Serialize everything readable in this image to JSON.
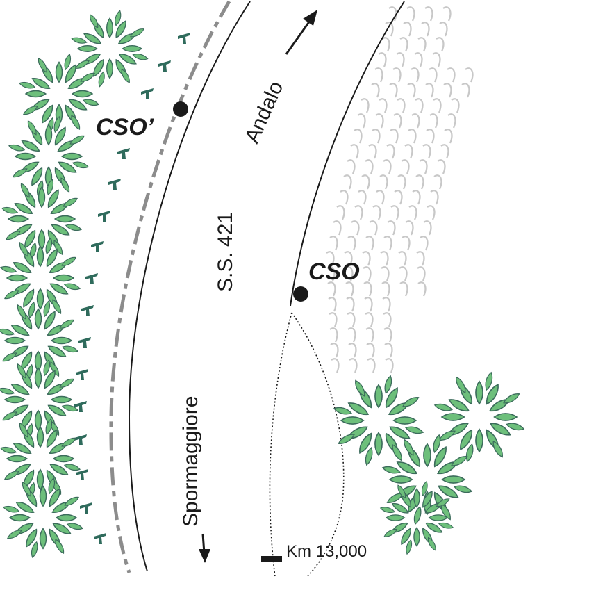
{
  "map": {
    "road_name": "S.S. 421",
    "direction_north": "Andalo",
    "direction_south": "Spormaggiore",
    "point_main": "CSO",
    "point_alt": "CSO’",
    "km_marker": "Km 13,000"
  },
  "colors": {
    "tree_fill": "#6dbf7b",
    "tree_stroke": "#3b6b5b",
    "post": "#2f6b5c",
    "guardrail": "#8c8c8c",
    "rock": "#c8c8c8",
    "line": "#1a1a1a"
  },
  "icons": [
    "tree-icon",
    "post-icon",
    "arrow-up-icon",
    "arrow-down-icon",
    "point-marker-icon"
  ]
}
